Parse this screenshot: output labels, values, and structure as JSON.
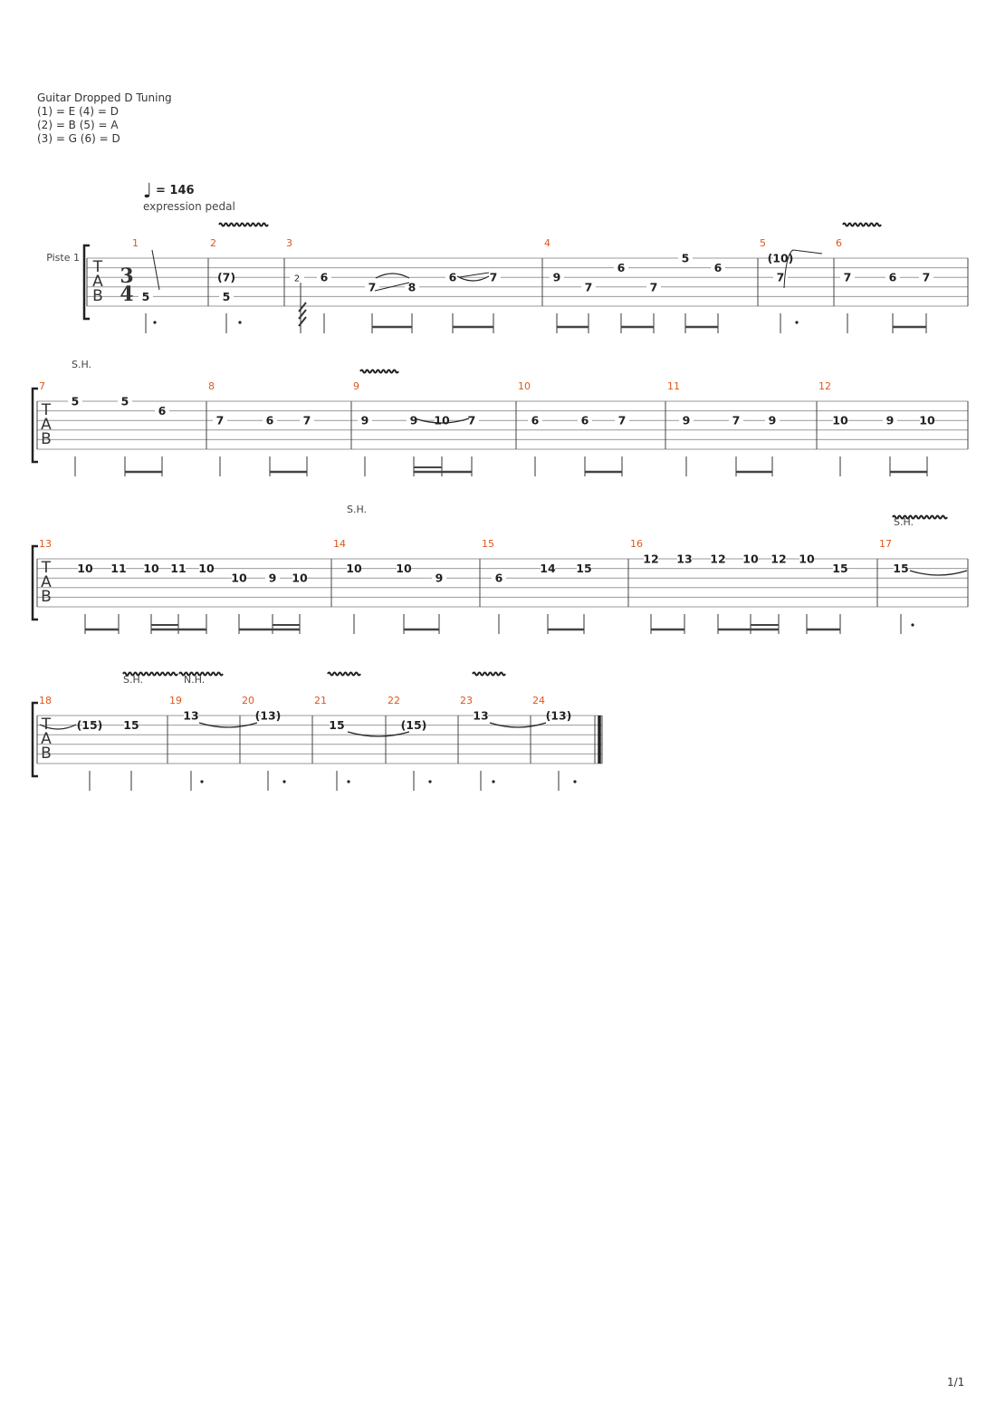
{
  "tuning": {
    "title": "Guitar Dropped D Tuning",
    "lines": [
      "(1) = E (4) = D",
      "(2) = B (5) = A",
      "(3) = G (6) = D"
    ]
  },
  "tempo": {
    "symbol": "♩",
    "text": "= 146"
  },
  "expression": "expression pedal",
  "track_name": "Piste 1",
  "time_signature": {
    "top": "3",
    "bottom": "4"
  },
  "tab_letters": [
    "T",
    "A",
    "B"
  ],
  "page_number": "1/1",
  "systems": [
    {
      "measures": [
        {
          "num": "1",
          "notes": [
            {
              "s": 4,
              "f": "5"
            }
          ]
        },
        {
          "num": "2",
          "notes": [
            {
              "s": 2,
              "f": "(7)"
            },
            {
              "s": 4,
              "f": "5"
            }
          ]
        },
        {
          "num": "3",
          "notes": [
            {
              "s": 2,
              "f": "2"
            },
            {
              "s": 2,
              "f": "6"
            },
            {
              "s": 3,
              "f": "7"
            },
            {
              "s": 3,
              "f": "8"
            },
            {
              "s": 2,
              "f": "6"
            },
            {
              "s": 2,
              "f": "7"
            }
          ]
        },
        {
          "num": "4",
          "notes": [
            {
              "s": 2,
              "f": "9"
            },
            {
              "s": 3,
              "f": "7"
            },
            {
              "s": 1,
              "f": "6"
            },
            {
              "s": 3,
              "f": "7"
            },
            {
              "s": 0,
              "f": "5"
            },
            {
              "s": 1,
              "f": "6"
            }
          ]
        },
        {
          "num": "5",
          "notes": [
            {
              "s": 0,
              "f": "(10)"
            },
            {
              "s": 2,
              "f": "7"
            }
          ]
        },
        {
          "num": "6",
          "notes": [
            {
              "s": 2,
              "f": "7"
            },
            {
              "s": 2,
              "f": "6"
            },
            {
              "s": 2,
              "f": "7"
            }
          ]
        }
      ]
    },
    {
      "annotations": [
        "S.H."
      ],
      "measures": [
        {
          "num": "7",
          "notes": [
            {
              "s": 0,
              "f": "5"
            },
            {
              "s": 0,
              "f": "5"
            },
            {
              "s": 1,
              "f": "6"
            }
          ]
        },
        {
          "num": "8",
          "notes": [
            {
              "s": 2,
              "f": "7"
            },
            {
              "s": 2,
              "f": "6"
            },
            {
              "s": 2,
              "f": "7"
            }
          ]
        },
        {
          "num": "9",
          "notes": [
            {
              "s": 2,
              "f": "9"
            },
            {
              "s": 2,
              "f": "9"
            },
            {
              "s": 2,
              "f": "10"
            },
            {
              "s": 2,
              "f": "7"
            }
          ]
        },
        {
          "num": "10",
          "notes": [
            {
              "s": 2,
              "f": "6"
            },
            {
              "s": 2,
              "f": "6"
            },
            {
              "s": 2,
              "f": "7"
            }
          ]
        },
        {
          "num": "11",
          "notes": [
            {
              "s": 2,
              "f": "9"
            },
            {
              "s": 2,
              "f": "7"
            },
            {
              "s": 2,
              "f": "9"
            }
          ]
        },
        {
          "num": "12",
          "notes": [
            {
              "s": 2,
              "f": "10"
            },
            {
              "s": 2,
              "f": "9"
            },
            {
              "s": 2,
              "f": "10"
            }
          ]
        }
      ]
    },
    {
      "annotations": [
        "S.H.",
        "S.H."
      ],
      "measures": [
        {
          "num": "13",
          "notes": [
            {
              "s": 1,
              "f": "10"
            },
            {
              "s": 1,
              "f": "11"
            },
            {
              "s": 1,
              "f": "10"
            },
            {
              "s": 1,
              "f": "11"
            },
            {
              "s": 1,
              "f": "10"
            },
            {
              "s": 2,
              "f": "10"
            },
            {
              "s": 2,
              "f": "9"
            },
            {
              "s": 2,
              "f": "10"
            }
          ]
        },
        {
          "num": "14",
          "notes": [
            {
              "s": 1,
              "f": "10"
            },
            {
              "s": 1,
              "f": "10"
            },
            {
              "s": 2,
              "f": "9"
            }
          ]
        },
        {
          "num": "15",
          "notes": [
            {
              "s": 2,
              "f": "6"
            },
            {
              "s": 1,
              "f": "14"
            },
            {
              "s": 1,
              "f": "15"
            }
          ]
        },
        {
          "num": "16",
          "notes": [
            {
              "s": 0,
              "f": "12"
            },
            {
              "s": 0,
              "f": "13"
            },
            {
              "s": 0,
              "f": "12"
            },
            {
              "s": 0,
              "f": "10"
            },
            {
              "s": 0,
              "f": "12"
            },
            {
              "s": 0,
              "f": "10"
            },
            {
              "s": 1,
              "f": "15"
            }
          ]
        },
        {
          "num": "17",
          "notes": [
            {
              "s": 1,
              "f": "15"
            }
          ]
        }
      ]
    },
    {
      "annotations": [
        "S.H.",
        "N.H."
      ],
      "measures": [
        {
          "num": "18",
          "notes": [
            {
              "s": 1,
              "f": "(15)"
            },
            {
              "s": 1,
              "f": "15"
            }
          ]
        },
        {
          "num": "19",
          "notes": [
            {
              "s": 0,
              "f": "13"
            }
          ]
        },
        {
          "num": "20",
          "notes": [
            {
              "s": 0,
              "f": "(13)"
            }
          ]
        },
        {
          "num": "21",
          "notes": [
            {
              "s": 1,
              "f": "15"
            }
          ]
        },
        {
          "num": "22",
          "notes": [
            {
              "s": 1,
              "f": "(15)"
            }
          ]
        },
        {
          "num": "23",
          "notes": [
            {
              "s": 0,
              "f": "13"
            }
          ]
        },
        {
          "num": "24",
          "notes": [
            {
              "s": 0,
              "f": "(13)"
            }
          ]
        }
      ]
    }
  ]
}
